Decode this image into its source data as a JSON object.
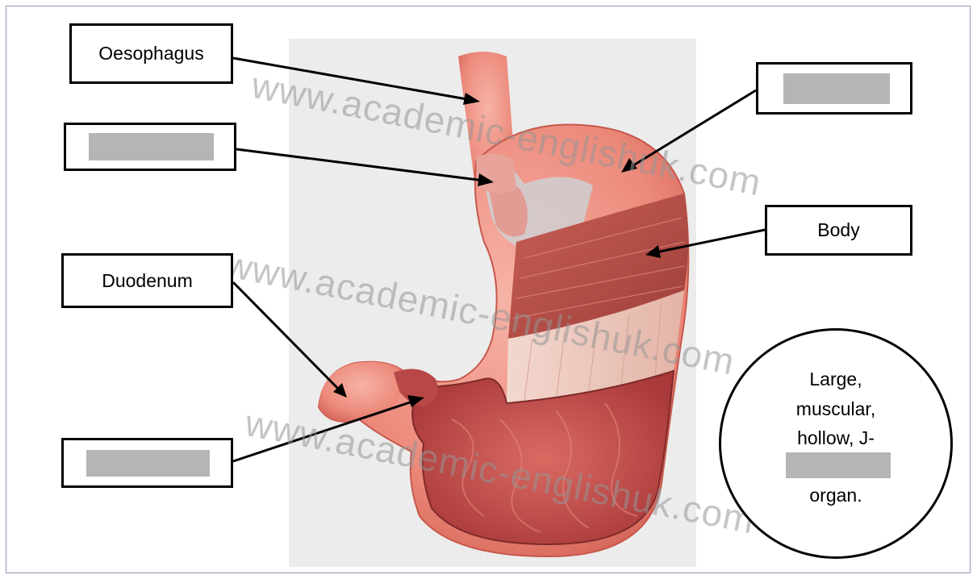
{
  "labels": {
    "oesophagus": "Oesophagus",
    "body": "Body",
    "duodenum": "Duodenum"
  },
  "description": {
    "line1": "Large,",
    "line2": "muscular,",
    "line3": "hollow, J-",
    "line5": "organ."
  },
  "watermark": "www.academic-englishuk.com",
  "colors": {
    "stomach_outer": "#ef8f80",
    "stomach_dark": "#c9564a",
    "interior": "#c94a45",
    "redaction": "#b5b5b5"
  }
}
